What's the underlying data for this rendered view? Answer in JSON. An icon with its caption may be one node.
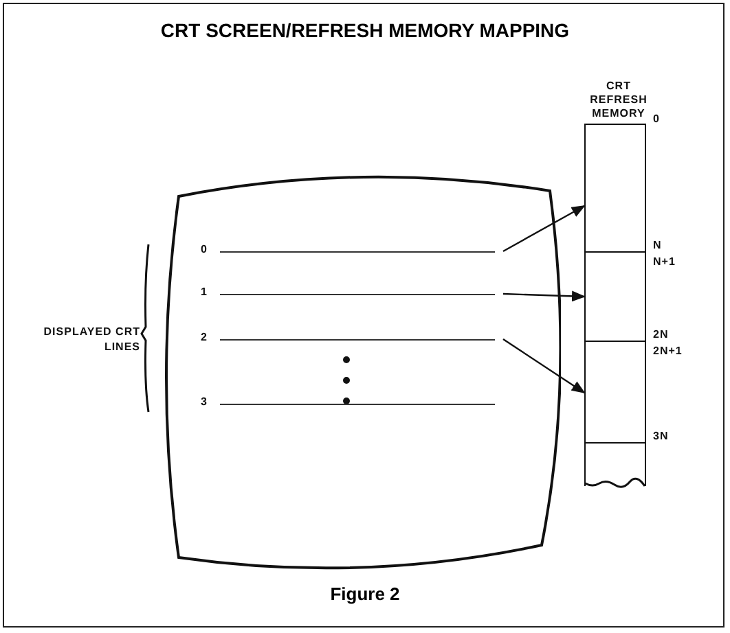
{
  "diagram": {
    "title": "CRT SCREEN/REFRESH MEMORY MAPPING",
    "caption": "Figure 2",
    "nodes": [
      {
        "text": [],
        "shape": "screen"
      },
      {
        "text": [
          "0"
        ],
        "in": 0
      },
      {
        "text": [
          "1"
        ],
        "in": 0
      },
      {
        "text": [
          "2"
        ],
        "in": 0
      },
      {
        "text": [
          "3"
        ],
        "in": 0
      },
      {
        "text": [
          "CRT REFRESH MEMORY"
        ]
      },
      {
        "text": [],
        "shape": "box",
        "in": 5,
        "beside": [
          "0",
          "N"
        ]
      },
      {
        "text": [],
        "shape": "box",
        "in": 5,
        "beside": [
          "N+1",
          "2N"
        ]
      },
      {
        "text": [],
        "shape": "box",
        "in": 5,
        "beside": [
          "2N+1",
          "3N"
        ]
      },
      {
        "text": [],
        "shape": "box",
        "in": 5
      }
    ],
    "edges": [
      {
        "from": 1,
        "to": 6,
        "arrow": "to"
      },
      {
        "from": 2,
        "to": 7,
        "arrow": "to"
      },
      {
        "from": 3,
        "to": 8,
        "arrow": "to"
      }
    ],
    "labels": [
      "DISPLAYED CRT LINES"
    ]
  }
}
